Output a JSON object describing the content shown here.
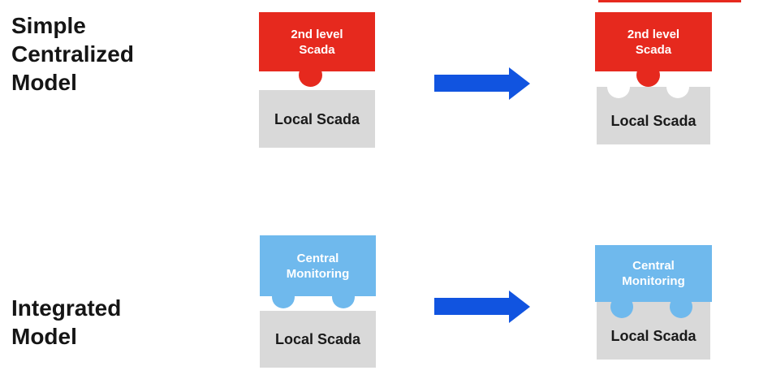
{
  "diagram": {
    "title_color": "#151515",
    "arrow_color": "#1154e0",
    "accent_strip_color": "#e6291e",
    "rows": {
      "simple_centralized": {
        "title_lines": [
          "Simple",
          "Centralized",
          "Model"
        ],
        "upper_block": {
          "lines": [
            "2nd level",
            "Scada"
          ],
          "color": "#e6291e",
          "text_color": "#ffffff"
        },
        "lower_block": {
          "label": "Local Scada",
          "color": "#d9d9d9",
          "text_color": "#1a1a1a"
        }
      },
      "integrated": {
        "title_lines": [
          "Integrated",
          "Model"
        ],
        "upper_block": {
          "lines": [
            "Central",
            "Monitoring"
          ],
          "color": "#6fb9ed",
          "text_color": "#ffffff"
        },
        "lower_block": {
          "label": "Local Scada",
          "color": "#d9d9d9",
          "text_color": "#1a1a1a"
        }
      }
    }
  }
}
